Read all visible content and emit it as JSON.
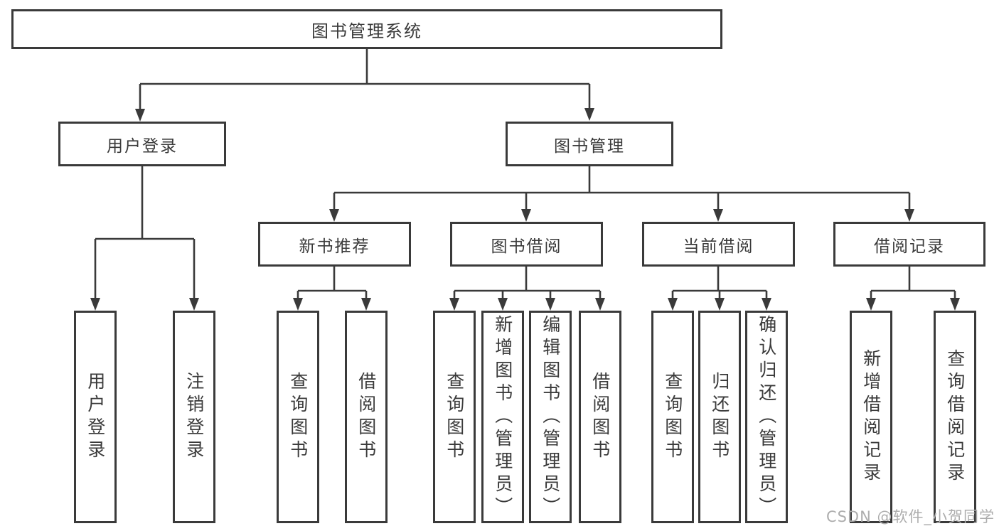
{
  "diagram": {
    "title": "图书管理系统",
    "root": {
      "label": "图书管理系统"
    },
    "level2": [
      {
        "label": "用户登录"
      },
      {
        "label": "图书管理"
      }
    ],
    "level3": [
      {
        "label": "新书推荐"
      },
      {
        "label": "图书借阅"
      },
      {
        "label": "当前借阅"
      },
      {
        "label": "借阅记录"
      }
    ],
    "leaves": [
      {
        "label": "用户登录"
      },
      {
        "label": "注销登录"
      },
      {
        "label": "查询图书"
      },
      {
        "label": "借阅图书"
      },
      {
        "label": "查询图书"
      },
      {
        "label": "新增图书（管理员）"
      },
      {
        "label": "编辑图书（管理员）"
      },
      {
        "label": "借阅图书"
      },
      {
        "label": "查询图书"
      },
      {
        "label": "归还图书"
      },
      {
        "label": "确认归还（管理员）"
      },
      {
        "label": "新增借阅记录"
      },
      {
        "label": "查询借阅记录"
      }
    ]
  },
  "watermark": {
    "text": "CSDN @软件_小贺同学"
  },
  "colors": {
    "line": "#3a3a3a",
    "box_border": "#3a3a3a",
    "text": "#3a3a3a",
    "background": "#ffffff",
    "watermark": "#adadad"
  }
}
